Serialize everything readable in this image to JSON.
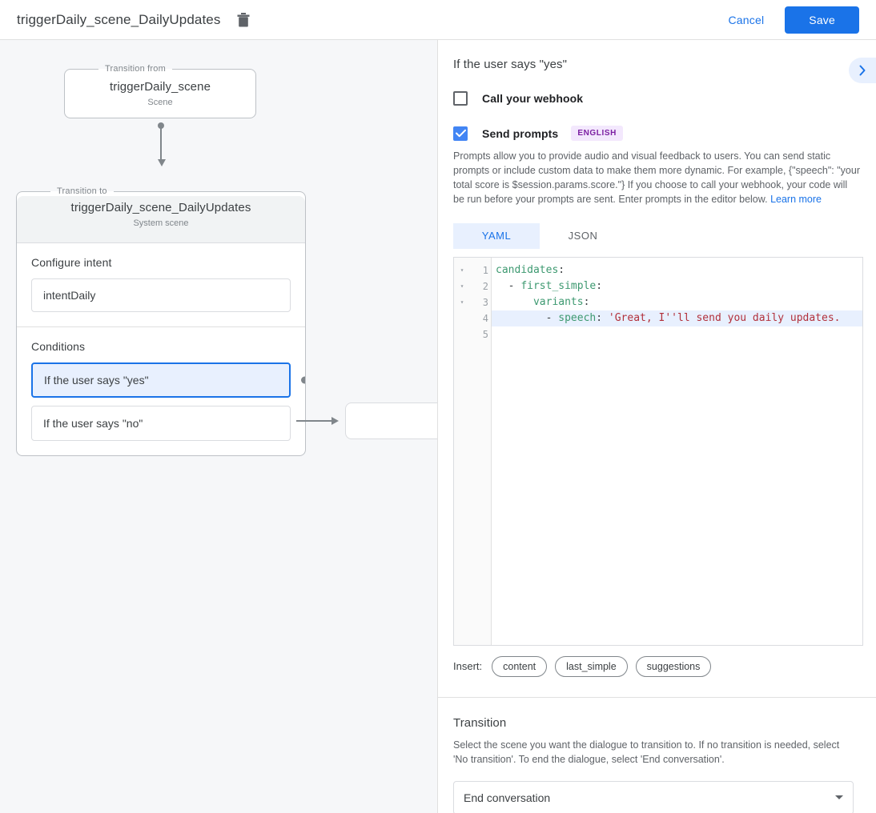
{
  "topbar": {
    "title": "triggerDaily_scene_DailyUpdates",
    "delete_icon": "trash-icon",
    "cancel_label": "Cancel",
    "save_label": "Save",
    "accent_color": "#1a73e8"
  },
  "canvas": {
    "from_node": {
      "legend": "Transition from",
      "title": "triggerDaily_scene",
      "subtitle": "Scene"
    },
    "to_node": {
      "legend": "Transition to",
      "title": "triggerDaily_scene_DailyUpdates",
      "subtitle": "System scene",
      "intent_section_label": "Configure intent",
      "intent_value": "intentDaily",
      "conditions_section_label": "Conditions",
      "conditions": [
        {
          "label": "If the user says \"yes\"",
          "selected": true
        },
        {
          "label": "If the user says \"no\"",
          "selected": false
        }
      ]
    }
  },
  "panel": {
    "title": "If the user says \"yes\"",
    "collapse_icon": "chevron-right-icon",
    "webhook": {
      "label": "Call your webhook",
      "checked": false
    },
    "prompts": {
      "label": "Send prompts",
      "checked": true,
      "badge": "ENGLISH",
      "badge_bg": "#f3e8fd",
      "badge_color": "#7b1fa2",
      "description": "Prompts allow you to provide audio and visual feedback to users. You can send static prompts or include custom data to make them more dynamic. For example, {\"speech\": \"your total score is $session.params.score.\"} If you choose to call your webhook, your code will be run before your prompts are sent. Enter prompts in the editor below.",
      "learn_more": "Learn more"
    },
    "editor_tabs": [
      {
        "label": "YAML",
        "active": true
      },
      {
        "label": "JSON",
        "active": false
      }
    ],
    "editor": {
      "lines": [
        {
          "num": "1",
          "fold": "▾",
          "highlight": false
        },
        {
          "num": "2",
          "fold": "▾",
          "highlight": false
        },
        {
          "num": "3",
          "fold": "▾",
          "highlight": false
        },
        {
          "num": "4",
          "fold": "",
          "highlight": true
        },
        {
          "num": "5",
          "fold": "",
          "highlight": false
        }
      ],
      "line1_key": "candidates",
      "line1_punc": ":",
      "line2_dash": "  - ",
      "line2_key": "first_simple",
      "line2_punc": ":",
      "line3_key": "      variants",
      "line3_punc": ":",
      "line4_dash": "        - ",
      "line4_key": "speech",
      "line4_punc": ": ",
      "line4_str": "'Great, I''ll send you daily updates.",
      "line5": ""
    },
    "insert": {
      "label": "Insert:",
      "chips": [
        "content",
        "last_simple",
        "suggestions"
      ]
    },
    "transition": {
      "title": "Transition",
      "description": "Select the scene you want the dialogue to transition to. If no transition is needed, select 'No transition'. To end the dialogue, select 'End conversation'.",
      "selected": "End conversation"
    }
  }
}
